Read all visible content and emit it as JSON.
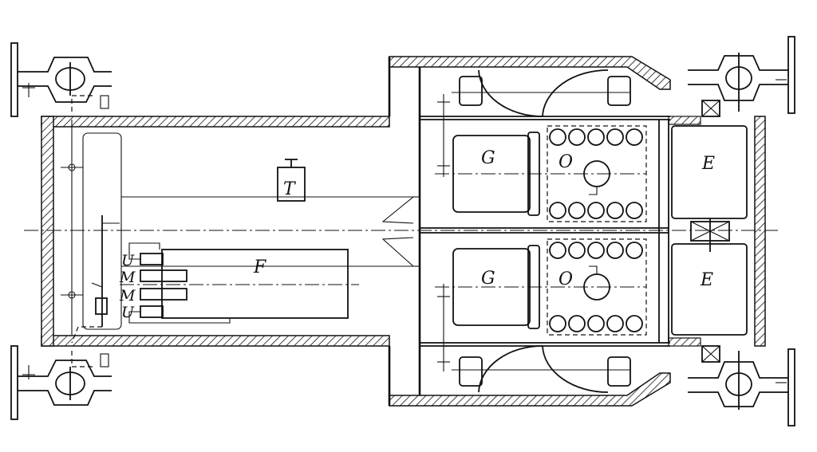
{
  "labels": {
    "tank": "T",
    "fuel": "F",
    "generator_top": "G",
    "generator_bottom": "G",
    "engine_top": "O",
    "engine_bottom": "O",
    "motor_top": "E",
    "motor_bottom": "E",
    "u_top": "U",
    "m_top": "M",
    "m_bottom": "M",
    "u_bottom": "U"
  }
}
